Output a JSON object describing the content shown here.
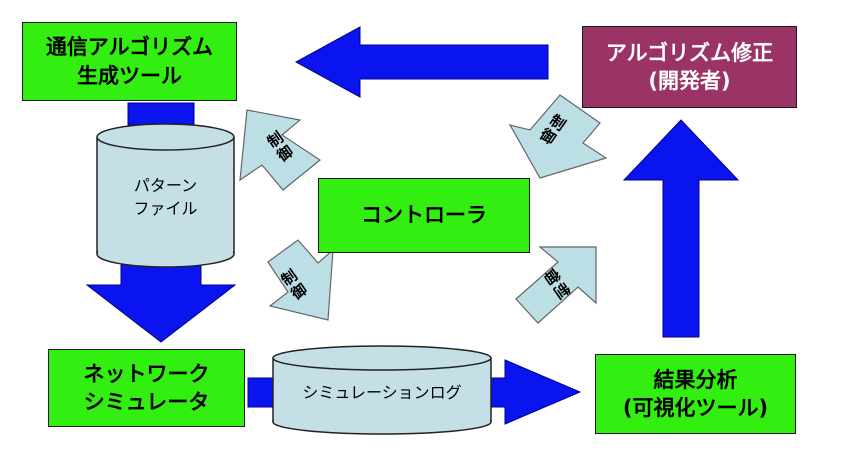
{
  "nodes": {
    "gen_tool": {
      "lines": [
        "通信アルゴリズム",
        "生成ツール"
      ]
    },
    "algo_fix": {
      "lines": [
        "アルゴリズム修正",
        "(開発者)"
      ]
    },
    "controller": {
      "label": "コントローラ"
    },
    "net_sim": {
      "lines": [
        "ネットワーク",
        "シミュレータ"
      ]
    },
    "result": {
      "lines": [
        "結果分析",
        "(可視化ツール)"
      ]
    },
    "pattern_file": {
      "lines": [
        "パターン",
        "ファイル"
      ]
    },
    "sim_log": {
      "label": "シミュレーションログ"
    }
  },
  "control_label": "制御",
  "colors": {
    "box_green": "#33ee11",
    "box_maroon": "#9a3366",
    "arrow_blue": "#0a14ee",
    "control_arrow": "#bcdfe6",
    "cylinder": "#c4e0e6"
  }
}
